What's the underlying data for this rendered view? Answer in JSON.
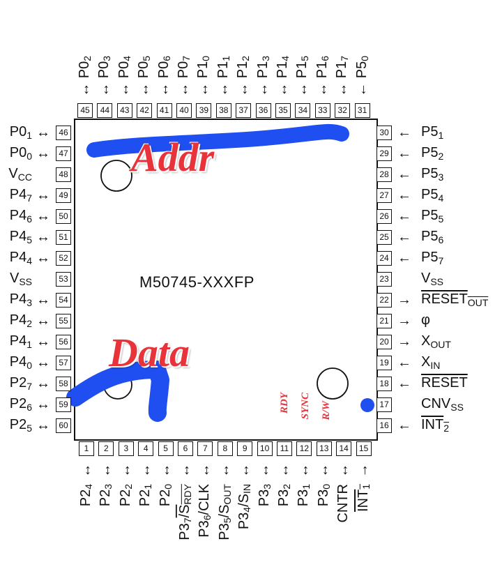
{
  "chip_name": "M50745-XXXFP",
  "annotations": {
    "addr": "Addr",
    "data": "Data",
    "rdy": "RDY",
    "sync": "SYNC",
    "rw": "R/W"
  },
  "colors": {
    "marker": "#1f4ff0",
    "annotation": "#e8333a"
  },
  "pins": {
    "top": [
      {
        "num": "45",
        "dir": "both",
        "seg": [
          {
            "t": "P0"
          },
          {
            "t": "2",
            "sub": true
          }
        ]
      },
      {
        "num": "44",
        "dir": "both",
        "seg": [
          {
            "t": "P0"
          },
          {
            "t": "3",
            "sub": true
          }
        ]
      },
      {
        "num": "43",
        "dir": "both",
        "seg": [
          {
            "t": "P0"
          },
          {
            "t": "4",
            "sub": true
          }
        ]
      },
      {
        "num": "42",
        "dir": "both",
        "seg": [
          {
            "t": "P0"
          },
          {
            "t": "5",
            "sub": true
          }
        ]
      },
      {
        "num": "41",
        "dir": "both",
        "seg": [
          {
            "t": "P0"
          },
          {
            "t": "6",
            "sub": true
          }
        ]
      },
      {
        "num": "40",
        "dir": "both",
        "seg": [
          {
            "t": "P0"
          },
          {
            "t": "7",
            "sub": true
          }
        ]
      },
      {
        "num": "39",
        "dir": "both",
        "seg": [
          {
            "t": "P1"
          },
          {
            "t": "0",
            "sub": true
          }
        ]
      },
      {
        "num": "38",
        "dir": "both",
        "seg": [
          {
            "t": "P1"
          },
          {
            "t": "1",
            "sub": true
          }
        ]
      },
      {
        "num": "37",
        "dir": "both",
        "seg": [
          {
            "t": "P1"
          },
          {
            "t": "2",
            "sub": true
          }
        ]
      },
      {
        "num": "36",
        "dir": "both",
        "seg": [
          {
            "t": "P1"
          },
          {
            "t": "3",
            "sub": true
          }
        ]
      },
      {
        "num": "35",
        "dir": "both",
        "seg": [
          {
            "t": "P1"
          },
          {
            "t": "4",
            "sub": true
          }
        ]
      },
      {
        "num": "34",
        "dir": "both",
        "seg": [
          {
            "t": "P1"
          },
          {
            "t": "5",
            "sub": true
          }
        ]
      },
      {
        "num": "33",
        "dir": "both",
        "seg": [
          {
            "t": "P1"
          },
          {
            "t": "6",
            "sub": true
          }
        ]
      },
      {
        "num": "32",
        "dir": "both",
        "seg": [
          {
            "t": "P1"
          },
          {
            "t": "7",
            "sub": true
          }
        ]
      },
      {
        "num": "31",
        "dir": "in",
        "seg": [
          {
            "t": "P5"
          },
          {
            "t": "0",
            "sub": true
          }
        ]
      }
    ],
    "left": [
      {
        "num": "46",
        "dir": "both",
        "seg": [
          {
            "t": "P0"
          },
          {
            "t": "1",
            "sub": true
          }
        ]
      },
      {
        "num": "47",
        "dir": "both",
        "seg": [
          {
            "t": "P0"
          },
          {
            "t": "0",
            "sub": true
          }
        ]
      },
      {
        "num": "48",
        "dir": "none",
        "seg": [
          {
            "t": "V"
          },
          {
            "t": "CC",
            "sub": true
          }
        ]
      },
      {
        "num": "49",
        "dir": "both",
        "seg": [
          {
            "t": "P4"
          },
          {
            "t": "7",
            "sub": true
          }
        ]
      },
      {
        "num": "50",
        "dir": "both",
        "seg": [
          {
            "t": "P4"
          },
          {
            "t": "6",
            "sub": true
          }
        ]
      },
      {
        "num": "51",
        "dir": "both",
        "seg": [
          {
            "t": "P4"
          },
          {
            "t": "5",
            "sub": true
          }
        ]
      },
      {
        "num": "52",
        "dir": "both",
        "seg": [
          {
            "t": "P4"
          },
          {
            "t": "4",
            "sub": true
          }
        ]
      },
      {
        "num": "53",
        "dir": "none",
        "seg": [
          {
            "t": "V"
          },
          {
            "t": "SS",
            "sub": true
          }
        ]
      },
      {
        "num": "54",
        "dir": "both",
        "seg": [
          {
            "t": "P4"
          },
          {
            "t": "3",
            "sub": true
          }
        ]
      },
      {
        "num": "55",
        "dir": "both",
        "seg": [
          {
            "t": "P4"
          },
          {
            "t": "2",
            "sub": true
          }
        ]
      },
      {
        "num": "56",
        "dir": "both",
        "seg": [
          {
            "t": "P4"
          },
          {
            "t": "1",
            "sub": true
          }
        ]
      },
      {
        "num": "57",
        "dir": "both",
        "seg": [
          {
            "t": "P4"
          },
          {
            "t": "0",
            "sub": true
          }
        ]
      },
      {
        "num": "58",
        "dir": "both",
        "seg": [
          {
            "t": "P2"
          },
          {
            "t": "7",
            "sub": true
          }
        ]
      },
      {
        "num": "59",
        "dir": "both",
        "seg": [
          {
            "t": "P2"
          },
          {
            "t": "6",
            "sub": true
          }
        ]
      },
      {
        "num": "60",
        "dir": "both",
        "seg": [
          {
            "t": "P2"
          },
          {
            "t": "5",
            "sub": true
          }
        ]
      }
    ],
    "right": [
      {
        "num": "30",
        "dir": "in",
        "seg": [
          {
            "t": "P5"
          },
          {
            "t": "1",
            "sub": true
          }
        ]
      },
      {
        "num": "29",
        "dir": "in",
        "seg": [
          {
            "t": "P5"
          },
          {
            "t": "2",
            "sub": true
          }
        ]
      },
      {
        "num": "28",
        "dir": "in",
        "seg": [
          {
            "t": "P5"
          },
          {
            "t": "3",
            "sub": true
          }
        ]
      },
      {
        "num": "27",
        "dir": "in",
        "seg": [
          {
            "t": "P5"
          },
          {
            "t": "4",
            "sub": true
          }
        ]
      },
      {
        "num": "26",
        "dir": "in",
        "seg": [
          {
            "t": "P5"
          },
          {
            "t": "5",
            "sub": true
          }
        ]
      },
      {
        "num": "25",
        "dir": "in",
        "seg": [
          {
            "t": "P5"
          },
          {
            "t": "6",
            "sub": true
          }
        ]
      },
      {
        "num": "24",
        "dir": "in",
        "seg": [
          {
            "t": "P5"
          },
          {
            "t": "7",
            "sub": true
          }
        ]
      },
      {
        "num": "23",
        "dir": "none",
        "seg": [
          {
            "t": "V"
          },
          {
            "t": "SS",
            "sub": true
          }
        ]
      },
      {
        "num": "22",
        "dir": "out",
        "seg": [
          {
            "t": "RESET",
            "over": true
          },
          {
            "t": "OUT",
            "sub": true,
            "over": true
          }
        ]
      },
      {
        "num": "21",
        "dir": "out",
        "seg": [
          {
            "t": "φ"
          }
        ]
      },
      {
        "num": "20",
        "dir": "out",
        "seg": [
          {
            "t": "X"
          },
          {
            "t": "OUT",
            "sub": true
          }
        ]
      },
      {
        "num": "19",
        "dir": "in",
        "seg": [
          {
            "t": "X"
          },
          {
            "t": "IN",
            "sub": true
          }
        ]
      },
      {
        "num": "18",
        "dir": "in",
        "seg": [
          {
            "t": "RESET",
            "over": true
          }
        ]
      },
      {
        "num": "17",
        "dir": "none",
        "seg": [
          {
            "t": "CNV"
          },
          {
            "t": "SS",
            "sub": true
          }
        ]
      },
      {
        "num": "16",
        "dir": "in",
        "seg": [
          {
            "t": "INT",
            "over": true
          },
          {
            "t": "2",
            "sub": true,
            "over": true
          }
        ]
      }
    ],
    "bottom": [
      {
        "num": "1",
        "dir": "both",
        "seg": [
          {
            "t": "P2"
          },
          {
            "t": "4",
            "sub": true
          }
        ]
      },
      {
        "num": "2",
        "dir": "both",
        "seg": [
          {
            "t": "P2"
          },
          {
            "t": "3",
            "sub": true
          }
        ]
      },
      {
        "num": "3",
        "dir": "both",
        "seg": [
          {
            "t": "P2"
          },
          {
            "t": "2",
            "sub": true
          }
        ]
      },
      {
        "num": "4",
        "dir": "both",
        "seg": [
          {
            "t": "P2"
          },
          {
            "t": "1",
            "sub": true
          }
        ]
      },
      {
        "num": "5",
        "dir": "both",
        "seg": [
          {
            "t": "P2"
          },
          {
            "t": "0",
            "sub": true
          }
        ]
      },
      {
        "num": "6",
        "dir": "both",
        "seg": [
          {
            "t": "P3"
          },
          {
            "t": "7",
            "sub": true
          },
          {
            "t": "/S",
            "over": true
          },
          {
            "t": "RDY",
            "sub": true,
            "over": true
          }
        ]
      },
      {
        "num": "7",
        "dir": "both",
        "seg": [
          {
            "t": "P3"
          },
          {
            "t": "6",
            "sub": true
          },
          {
            "t": "/CLK"
          }
        ]
      },
      {
        "num": "8",
        "dir": "both",
        "seg": [
          {
            "t": "P3"
          },
          {
            "t": "5",
            "sub": true
          },
          {
            "t": "/S"
          },
          {
            "t": "OUT",
            "sub": true
          }
        ]
      },
      {
        "num": "9",
        "dir": "both",
        "seg": [
          {
            "t": "P3"
          },
          {
            "t": "4",
            "sub": true
          },
          {
            "t": "/S"
          },
          {
            "t": "IN",
            "sub": true
          }
        ]
      },
      {
        "num": "10",
        "dir": "both",
        "seg": [
          {
            "t": "P3"
          },
          {
            "t": "3",
            "sub": true
          }
        ]
      },
      {
        "num": "11",
        "dir": "both",
        "seg": [
          {
            "t": "P3"
          },
          {
            "t": "2",
            "sub": true
          }
        ]
      },
      {
        "num": "12",
        "dir": "both",
        "seg": [
          {
            "t": "P3"
          },
          {
            "t": "1",
            "sub": true
          }
        ]
      },
      {
        "num": "13",
        "dir": "both",
        "seg": [
          {
            "t": "P3"
          },
          {
            "t": "0",
            "sub": true
          }
        ]
      },
      {
        "num": "14",
        "dir": "both",
        "seg": [
          {
            "t": "CNTR"
          }
        ]
      },
      {
        "num": "15",
        "dir": "in",
        "seg": [
          {
            "t": "INT",
            "over": true
          },
          {
            "t": "1",
            "sub": true,
            "over": true
          }
        ]
      }
    ]
  }
}
